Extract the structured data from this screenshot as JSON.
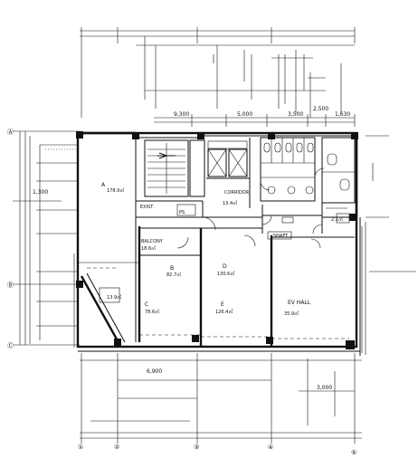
{
  "plan": {
    "dimensions": {
      "top_1": "9,300",
      "top_2": "5,000",
      "top_3": "3,500",
      "top_4": "2,500",
      "top_5": "1,630",
      "left_1": "1,300",
      "bottom_1": "6,900",
      "right_1": "3,000"
    },
    "rooms": {
      "office_a_name": "A",
      "office_a_area": "178.9㎡",
      "room_b_name": "B",
      "room_b_area": "82.7㎡",
      "room_c_name": "C",
      "room_c_area": "78.6㎡",
      "room_d_name": "D",
      "room_d_area": "130.6㎡",
      "room_e_name": "E",
      "room_e_area": "126.4㎡",
      "lobby_name": "EV HALL",
      "lobby_area": "35.9㎡",
      "corridor_name": "CORRIDOR",
      "corridor_area": "13.4㎡",
      "balcony_name": "BALCONY",
      "balcony_area": "18.6㎡",
      "side_note": "EXIST.",
      "util_note": "PS",
      "util_label": "SHAFT",
      "util_area": "2.1㎡",
      "left_room_area": "13.9㎡"
    },
    "grid": {
      "col_1": "①",
      "col_2": "②",
      "col_3": "③",
      "col_4": "④",
      "col_5": "⑤",
      "row_a": "Ⓐ",
      "row_b": "Ⓑ",
      "row_c": "Ⓒ"
    }
  }
}
